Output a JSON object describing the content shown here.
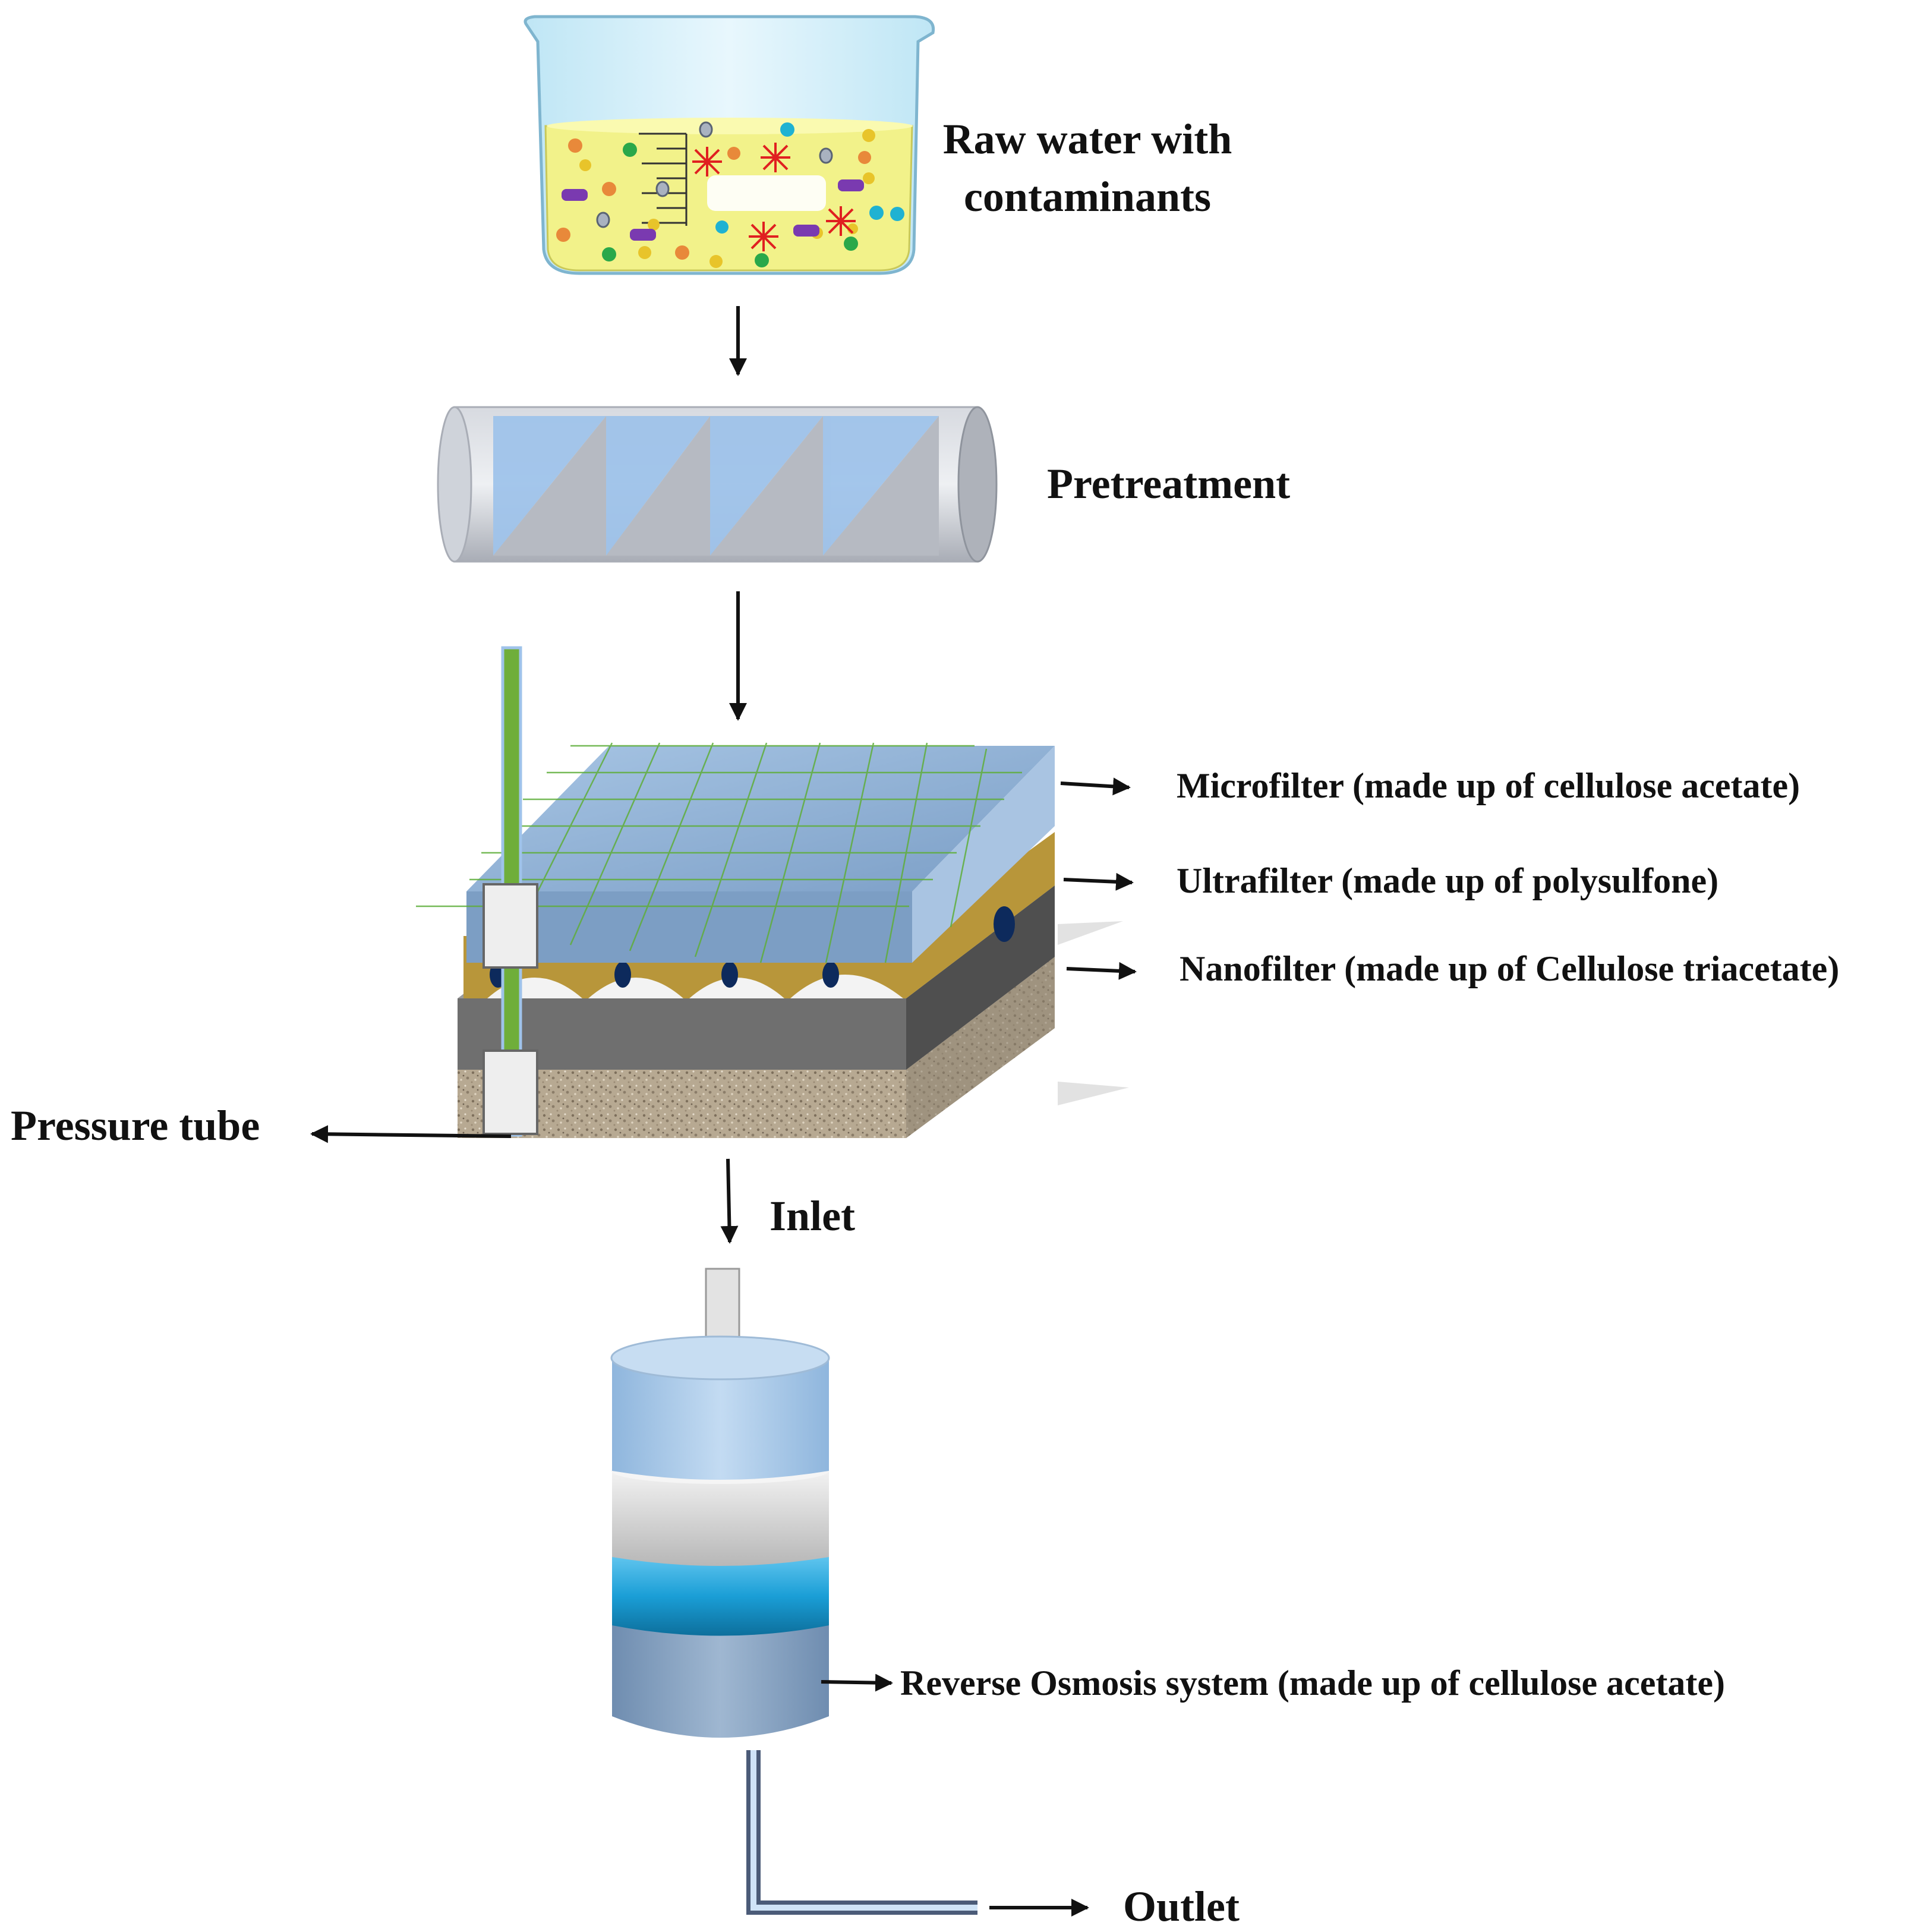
{
  "labels": {
    "raw_water_line1": "Raw water with",
    "raw_water_line2": "contaminants",
    "pretreatment": "Pretreatment",
    "microfilter": "Microfilter (made up of cellulose acetate)",
    "ultrafilter": "Ultrafilter (made up of polysulfone)",
    "nanofilter": "Nanofilter (made up of Cellulose triacetate)",
    "pressure_tube": "Pressure tube",
    "inlet": "Inlet",
    "reverse_osmosis": "Reverse Osmosis system (made up of cellulose acetate)",
    "outlet": "Outlet"
  },
  "colors": {
    "beaker_liquid": "#f2f28a",
    "pretreatment_body": "#c3c7cf",
    "pretreatment_panel": "#9fc3ea",
    "microfilter": "#8fb2d8",
    "ultrafilter": "#b8963a",
    "nanofilter": "#6f6f6f",
    "base": "#b9ab97",
    "pressure_tube": "#6fae3a",
    "ro_top": "#a9cbec",
    "ro_mid": "#dcdcdc",
    "ro_band": "#1a9ed6",
    "ro_bottom": "#7e99b8"
  }
}
